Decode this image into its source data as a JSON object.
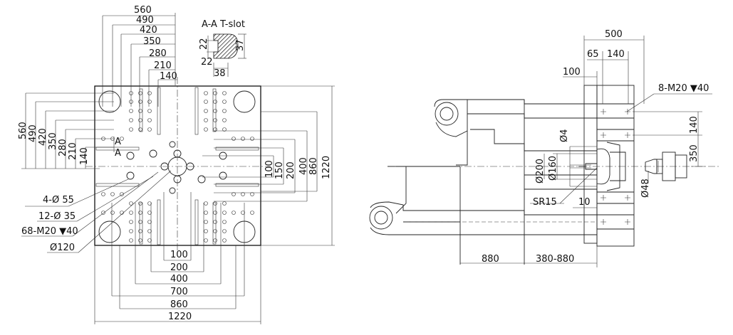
{
  "tslot_title": "A-A T-slot",
  "tslot_dims": [
    "22",
    "37",
    "22",
    "38"
  ],
  "section_marks": [
    "A",
    "A"
  ],
  "top_dims": [
    "560",
    "490",
    "420",
    "350",
    "280",
    "210",
    "140"
  ],
  "left_dims": [
    "560",
    "490",
    "420",
    "350",
    "280",
    "210",
    "140"
  ],
  "right_dims": [
    "100",
    "150",
    "200",
    "400",
    "860",
    "1220"
  ],
  "bottom_dims": [
    "100",
    "200",
    "400",
    "700",
    "860",
    "1220"
  ],
  "callouts": [
    "4-Ø 55",
    "12-Ø 35",
    "68-M20 ▼40",
    "Ø120"
  ],
  "side_top_dims": [
    "500",
    "65",
    "140",
    "100"
  ],
  "side_labels": {
    "bolt": "8-M20 ▼40",
    "d4": "Ø4",
    "d200": "Ø200",
    "d160": "Ø160",
    "sr15": "SR15",
    "ten": "10",
    "d48": "Ø48",
    "r140": "140",
    "r350": "350"
  },
  "side_bottom_dims": [
    "880",
    "380-880"
  ]
}
